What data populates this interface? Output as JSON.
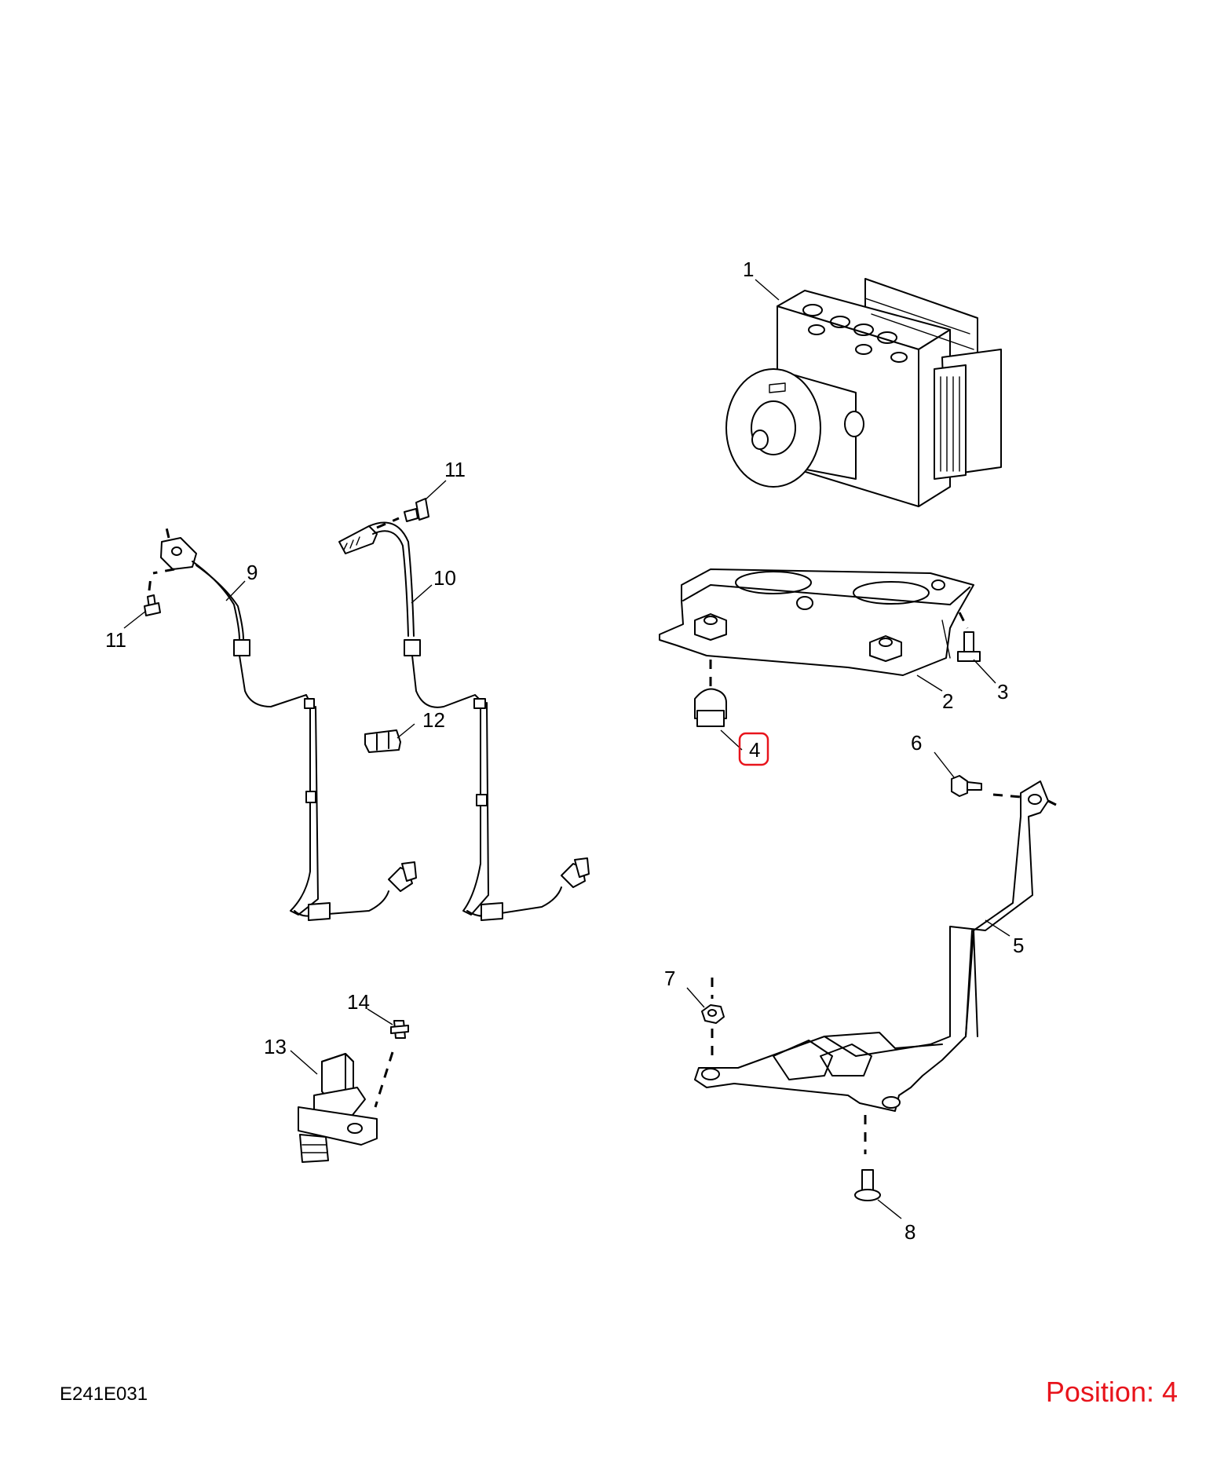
{
  "drawing_code": "E241E031",
  "position": {
    "label": "Position: 4",
    "color": "#e8141c"
  },
  "highlight_color": "#e8141c",
  "highlighted_callout": "4",
  "callouts": {
    "c1": "1",
    "c2": "2",
    "c3": "3",
    "c4": "4",
    "c5": "5",
    "c6": "6",
    "c7": "7",
    "c8": "8",
    "c9": "9",
    "c10": "10",
    "c11a": "11",
    "c11b": "11",
    "c12": "12",
    "c13": "13",
    "c14": "14"
  }
}
